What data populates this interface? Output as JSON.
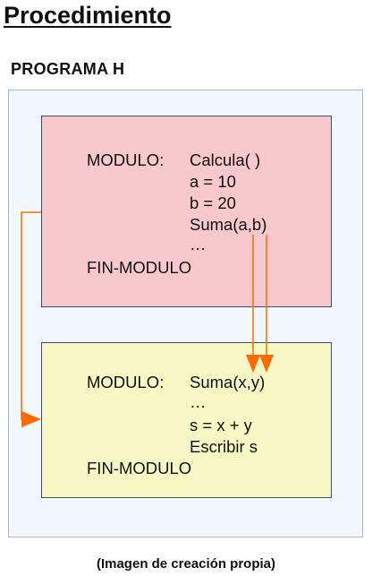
{
  "title": "Procedimiento",
  "program_label": "PROGRAMA H",
  "module_calcula": {
    "header_keyword": "MODULO:",
    "header_name": "Calcula( )",
    "lines": [
      "a = 10",
      "b = 20",
      "Suma(a,b)",
      "…"
    ],
    "end": "FIN-MODULO"
  },
  "module_suma": {
    "header_keyword": "MODULO:",
    "header_name": "Suma(x,y)",
    "lines": [
      "…",
      "s = x + y",
      "Escribir s"
    ],
    "end": "FIN-MODULO"
  },
  "caption": "(Imagen de creación propia)",
  "colors": {
    "arrow": "#ff6a00",
    "module_calcula_fill": "#f7c9cc",
    "module_suma_fill": "#f7f8c3",
    "program_fill": "#f2f8fd"
  }
}
